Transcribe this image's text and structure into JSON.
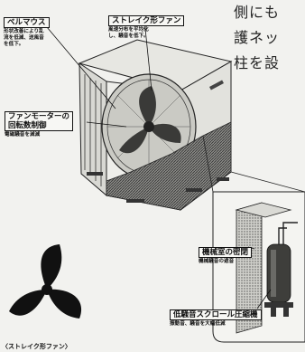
{
  "side_text": [
    "側にも",
    "護ネッ",
    "柱を設"
  ],
  "callouts": {
    "bellmouth": {
      "label": "ベルマウス",
      "desc": "形状改善により乱\n流を低減、送風音\nを低下。"
    },
    "strake_fan": {
      "label": "ストレイク形ファン",
      "desc": "風速分布を平均化\nし、騒音を低下。"
    },
    "fan_motor": {
      "label": "ファンモーターの\n回転数制御",
      "desc": "電磁騒音を減減"
    },
    "machine_room": {
      "label": "機械室の密閉",
      "desc": "機械騒音の遮音"
    },
    "scroll_compressor": {
      "label": "低騒音スクロール圧縮機",
      "desc": "振動音、騒音を大幅低減"
    }
  },
  "caption": "〈ストレイク形ファン〉"
}
